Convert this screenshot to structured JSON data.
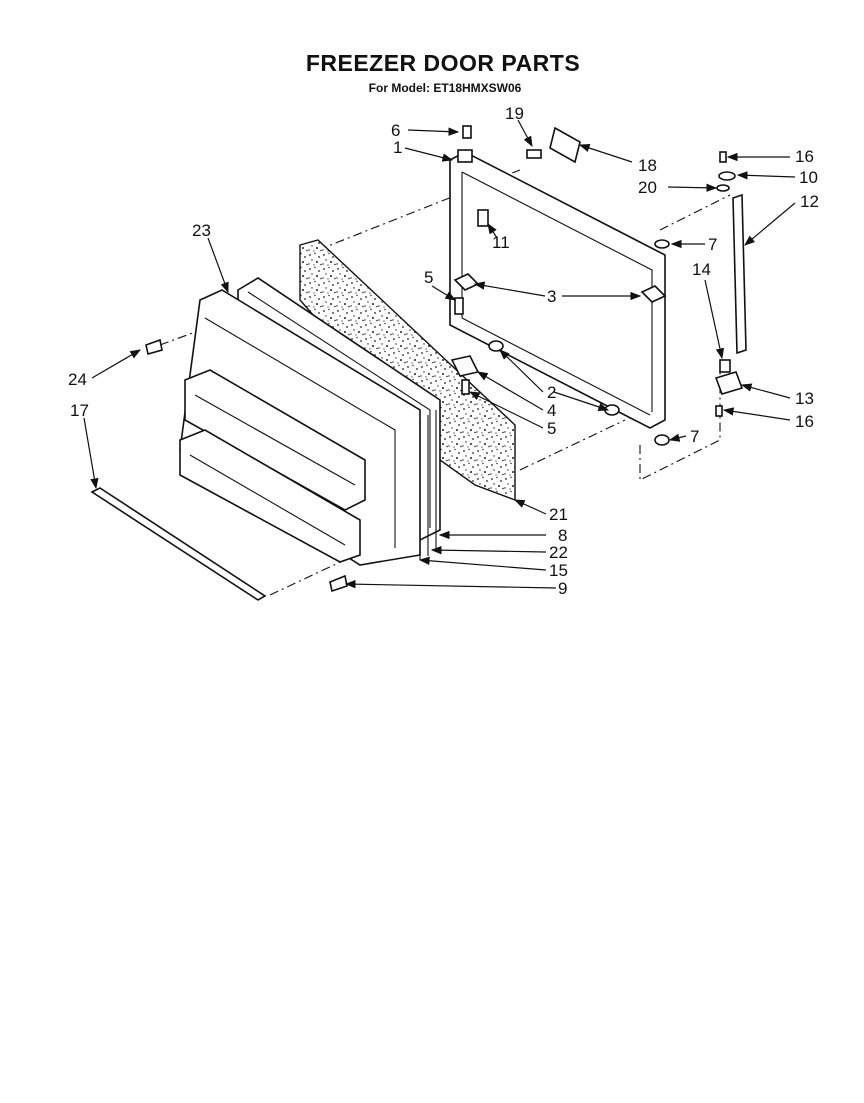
{
  "header": {
    "title": "FREEZER DOOR PARTS",
    "subtitle": "For Model: ET18HMXSW06"
  },
  "callouts": [
    {
      "id": "c-6",
      "text": "6"
    },
    {
      "id": "c-1",
      "text": "1"
    },
    {
      "id": "c-19",
      "text": "19"
    },
    {
      "id": "c-18",
      "text": "18"
    },
    {
      "id": "c-11",
      "text": "11"
    },
    {
      "id": "c-16a",
      "text": "16"
    },
    {
      "id": "c-20",
      "text": "20"
    },
    {
      "id": "c-10",
      "text": "10"
    },
    {
      "id": "c-12",
      "text": "12"
    },
    {
      "id": "c-7a",
      "text": "7"
    },
    {
      "id": "c-23",
      "text": "23"
    },
    {
      "id": "c-5a",
      "text": "5"
    },
    {
      "id": "c-3",
      "text": "3"
    },
    {
      "id": "c-14",
      "text": "14"
    },
    {
      "id": "c-24",
      "text": "24"
    },
    {
      "id": "c-2",
      "text": "2"
    },
    {
      "id": "c-4",
      "text": "4"
    },
    {
      "id": "c-5b",
      "text": "5"
    },
    {
      "id": "c-13",
      "text": "13"
    },
    {
      "id": "c-17",
      "text": "17"
    },
    {
      "id": "c-16b",
      "text": "16"
    },
    {
      "id": "c-7b",
      "text": "7"
    },
    {
      "id": "c-21",
      "text": "21"
    },
    {
      "id": "c-8",
      "text": "8"
    },
    {
      "id": "c-22",
      "text": "22"
    },
    {
      "id": "c-15",
      "text": "15"
    },
    {
      "id": "c-9",
      "text": "9"
    }
  ]
}
